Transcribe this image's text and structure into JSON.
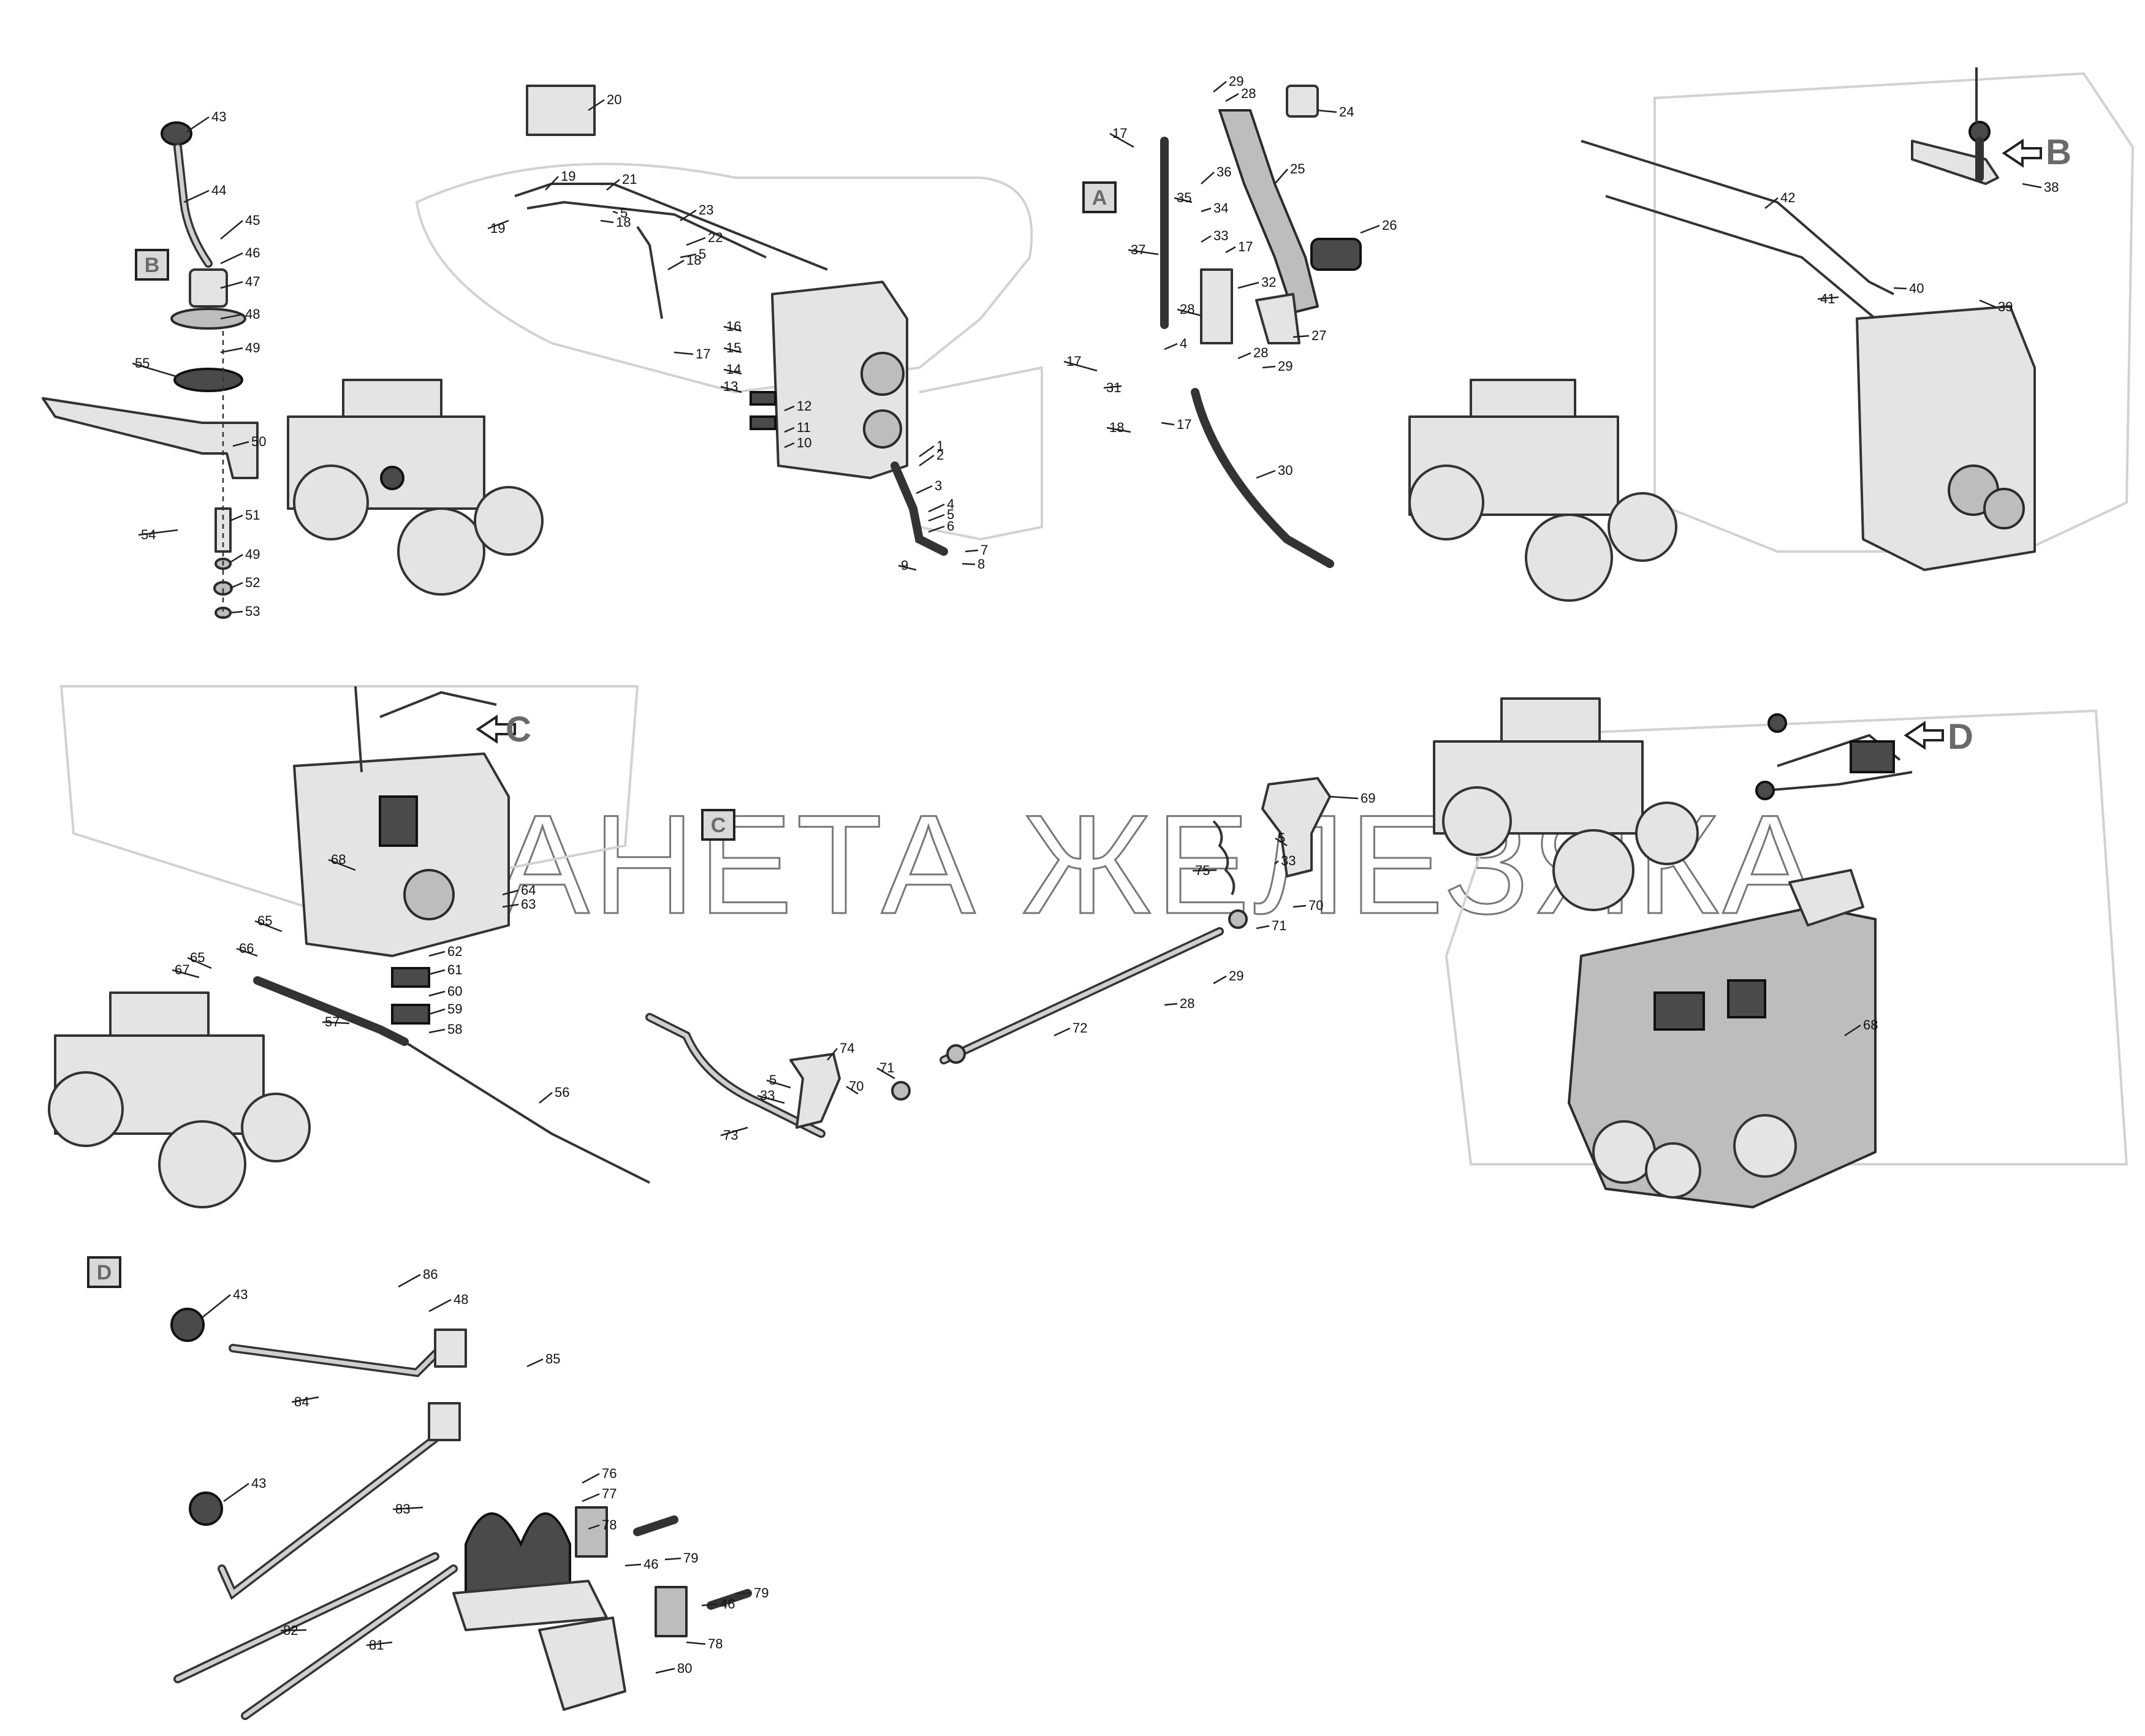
{
  "view_labels": {
    "A": "A",
    "B": "B",
    "C": "C",
    "D": "D"
  },
  "watermark": "ПЛАНЕТА ЖЕЛЕЗЯКА",
  "callouts": {
    "n1": "1",
    "n2": "2",
    "n3": "3",
    "n4": "4",
    "n5": "5",
    "n6": "6",
    "n7": "7",
    "n8": "8",
    "n9": "9",
    "n10": "10",
    "n11": "11",
    "n12": "12",
    "n13": "13",
    "n14": "14",
    "n15": "15",
    "n16": "16",
    "n17": "17",
    "n18": "18",
    "n19": "19",
    "n20": "20",
    "n21": "21",
    "n22": "22",
    "n23": "23",
    "n24": "24",
    "n25": "25",
    "n26": "26",
    "n27": "27",
    "n28": "28",
    "n29": "29",
    "n30": "30",
    "n31": "31",
    "n32": "32",
    "n33": "33",
    "n34": "34",
    "n35": "35",
    "n36": "36",
    "n37": "37",
    "n38": "38",
    "n39": "39",
    "n40": "40",
    "n41": "41",
    "n42": "42",
    "n43": "43",
    "n44": "44",
    "n45": "45",
    "n46": "46",
    "n47": "47",
    "n48": "48",
    "n49": "49",
    "n50": "50",
    "n51": "51",
    "n52": "52",
    "n53": "53",
    "n54": "54",
    "n55": "55",
    "n56": "56",
    "n57": "57",
    "n58": "58",
    "n59": "59",
    "n60": "60",
    "n61": "61",
    "n62": "62",
    "n63": "63",
    "n64": "64",
    "n65": "65",
    "n66": "66",
    "n67": "67",
    "n68": "68",
    "n69": "69",
    "n70": "70",
    "n71": "71",
    "n72": "72",
    "n73": "73",
    "n74": "74",
    "n75": "75",
    "n76": "76",
    "n77": "77",
    "n78": "78",
    "n79": "79",
    "n80": "80",
    "n81": "81",
    "n82": "82",
    "n83": "83",
    "n84": "84",
    "n85": "85",
    "n86": "86"
  }
}
